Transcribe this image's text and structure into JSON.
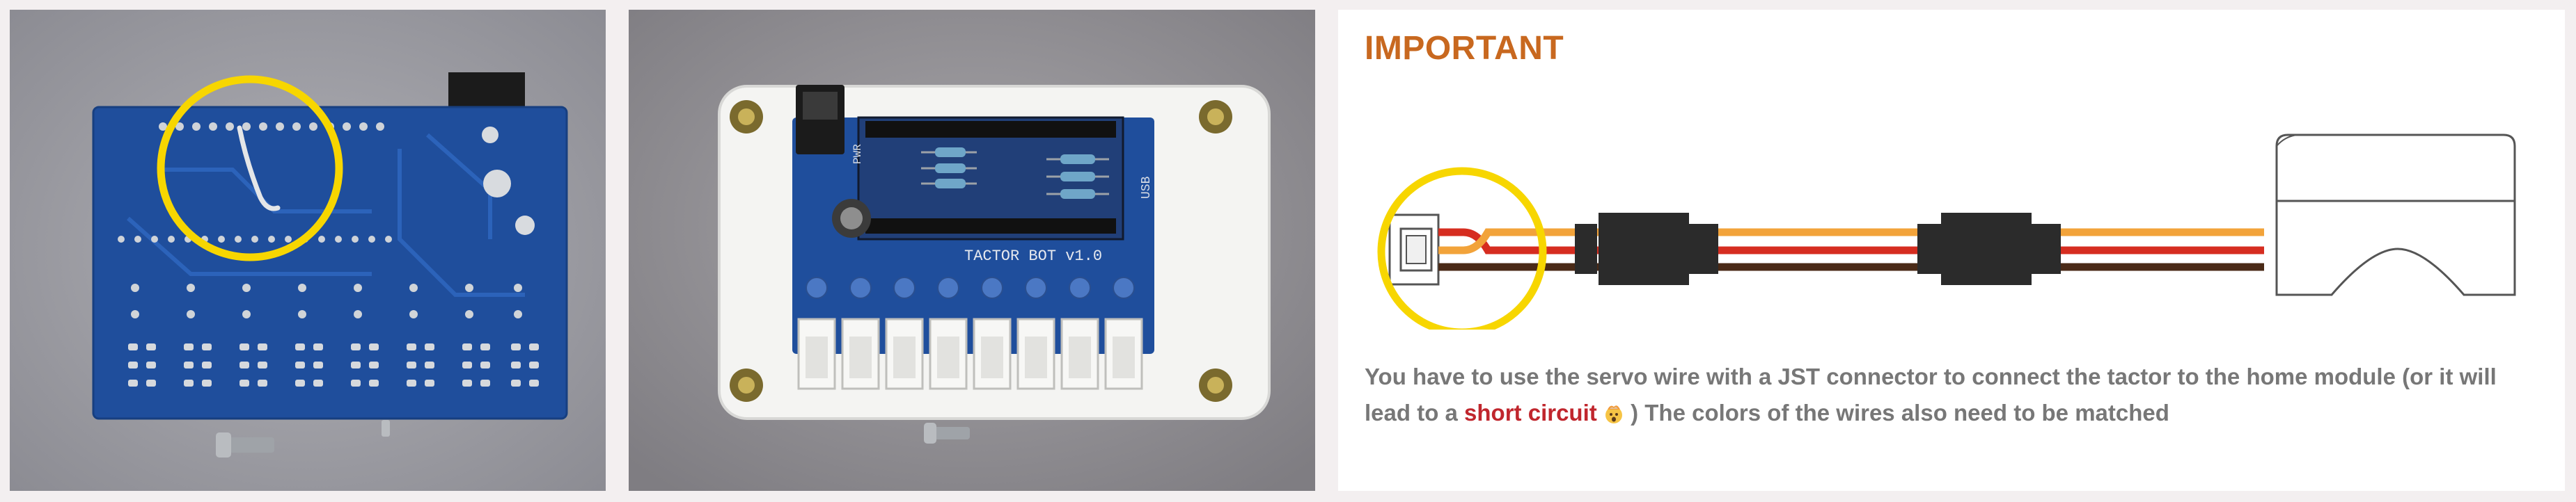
{
  "colors": {
    "heading": "#c8681f",
    "caption": "#777777",
    "alert": "#c0262d",
    "highlight_circle": "#f7d600",
    "wire_orange": "#f2a33a",
    "wire_red": "#d62d20",
    "wire_brown": "#4a2a17",
    "connector": "#2b2b2b",
    "pcb": "#1f4e9c"
  },
  "photo1": {
    "subject": "pcb-solder-side"
  },
  "photo2": {
    "subject": "assembled-board-on-acrylic",
    "silkscreen": "TACTOR BOT v1.0",
    "pwr_label": "PWR",
    "usb_label": "USB"
  },
  "info": {
    "heading": "IMPORTANT",
    "caption_before": "You have to use the servo wire with a JST connector to connect the tactor to the home module (or it will lead to a ",
    "caption_alert": "short circuit",
    "caption_after": " ) The colors of the wires also need to be matched",
    "emoji_icon": "exploding-head-icon"
  }
}
